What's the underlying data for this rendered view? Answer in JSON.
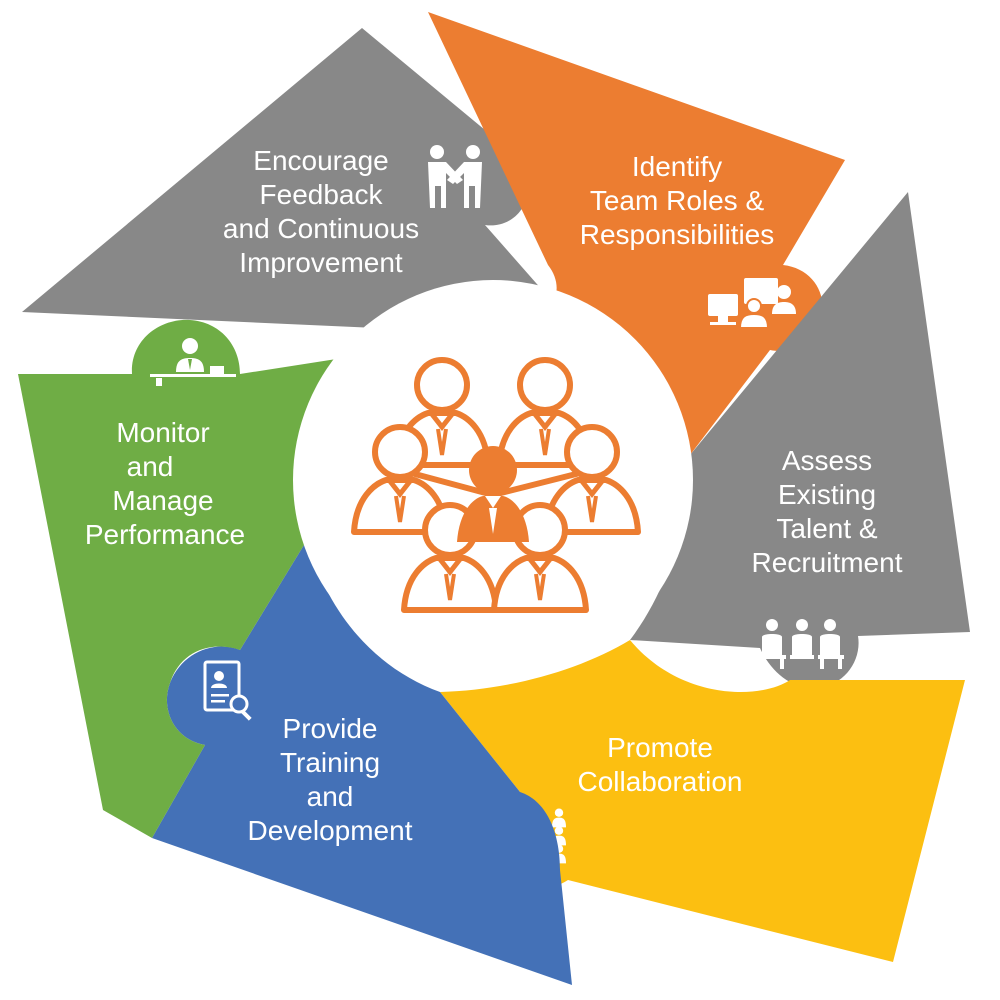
{
  "colors": {
    "gray": "#888888",
    "orange": "#ec7d31",
    "green": "#6fad45",
    "blue": "#4471b7",
    "yellow": "#fcbf11",
    "white": "#ffffff"
  },
  "segments": [
    {
      "id": "feedback",
      "color_key": "gray",
      "icon": "handshake-icon",
      "lines": [
        "Encourage",
        "Feedback",
        "and Continuous",
        "Improvement"
      ]
    },
    {
      "id": "roles",
      "color_key": "orange",
      "icon": "video-conference-icon",
      "lines": [
        "Identify",
        "Team Roles &",
        "Responsibilities"
      ]
    },
    {
      "id": "talent",
      "color_key": "gray",
      "icon": "interview-icon",
      "lines": [
        "Assess",
        "Existing",
        "Talent &",
        "Recruitment"
      ]
    },
    {
      "id": "collaboration",
      "color_key": "yellow",
      "icon": "org-chart-icon",
      "lines": [
        "Promote",
        "Collaboration"
      ]
    },
    {
      "id": "training",
      "color_key": "blue",
      "icon": "resume-search-icon",
      "lines": [
        "Provide",
        "Training",
        "and",
        "Development"
      ]
    },
    {
      "id": "performance",
      "color_key": "green",
      "icon": "manager-desk-icon",
      "lines": [
        "Monitor",
        "and",
        "Manage",
        "Performance"
      ]
    }
  ],
  "center": {
    "icon": "team-network-icon",
    "color_key": "orange"
  }
}
